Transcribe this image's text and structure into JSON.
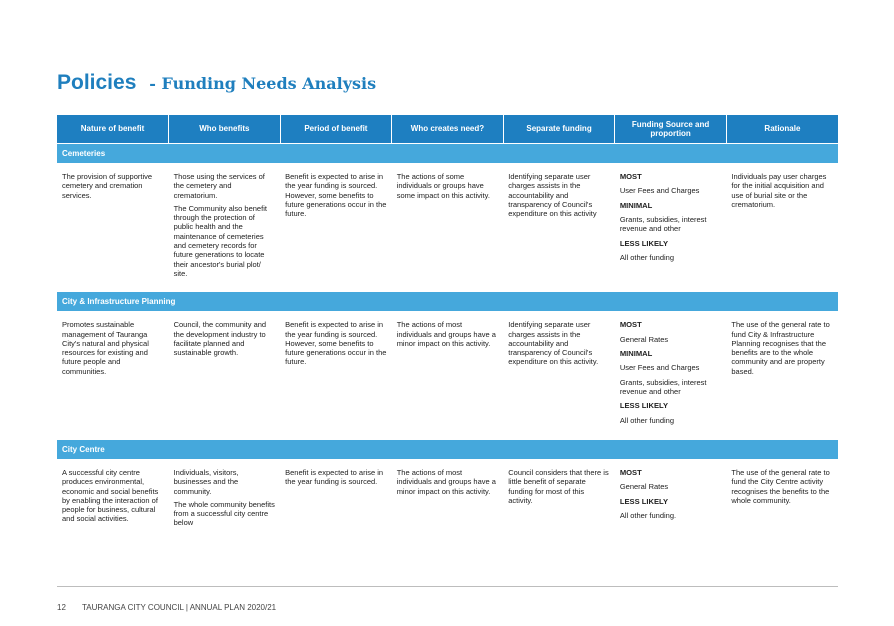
{
  "title": {
    "main": "Policies",
    "sub": "- Funding Needs Analysis"
  },
  "headers": [
    "Nature of benefit",
    "Who benefits",
    "Period of benefit",
    "Who creates need?",
    "Separate funding",
    "Funding Source and proportion",
    "Rationale"
  ],
  "sections": [
    {
      "name": "Cemeteries",
      "nature": [
        "The provision of supportive cemetery and cremation services."
      ],
      "who_benefits": [
        "Those using the services of the cemetery and crematorium.",
        "The Community also benefit through the protection of public health and the maintenance  of cemeteries and cemetery records for future generations to locate their ancestor's burial plot/ site."
      ],
      "period": [
        "Benefit is expected to arise in the year funding is sourced. However, some benefits to future generations occur in the future."
      ],
      "creates_need": [
        "The actions of some individuals or groups have some impact on this activity."
      ],
      "separate": [
        "Identifying separate user charges assists in the accountability and transparency of Council's expenditure on this activity"
      ],
      "funding": [
        {
          "text": "MOST",
          "bold": true
        },
        {
          "text": "User Fees and Charges",
          "bold": false
        },
        {
          "text": "MINIMAL",
          "bold": true
        },
        {
          "text": "Grants, subsidies, interest revenue and other",
          "bold": false
        },
        {
          "text": "LESS LIKELY",
          "bold": true
        },
        {
          "text": "All other funding",
          "bold": false
        }
      ],
      "rationale": [
        "Individuals pay user charges for the initial acquisition and use of burial site or the crematorium."
      ]
    },
    {
      "name": "City & Infrastructure Planning",
      "nature": [
        "Promotes sustainable management of Tauranga City's natural and physical resources for existing and future people and communities."
      ],
      "who_benefits": [
        "Council, the community and the development industry to facilitate planned and sustainable growth."
      ],
      "period": [
        "Benefit is expected to arise in the year funding is sourced. However, some benefits to future generations occur in the future."
      ],
      "creates_need": [
        "The actions of most individuals and groups have a minor impact on this activity."
      ],
      "separate": [
        "Identifying separate user charges assists in the accountability and transparency of Council's expenditure on this activity."
      ],
      "funding": [
        {
          "text": "MOST",
          "bold": true
        },
        {
          "text": "General Rates",
          "bold": false
        },
        {
          "text": "MINIMAL",
          "bold": true
        },
        {
          "text": "User Fees and Charges",
          "bold": false
        },
        {
          "text": "Grants, subsidies, interest revenue and other",
          "bold": false
        },
        {
          "text": "LESS LIKELY",
          "bold": true
        },
        {
          "text": "All other funding",
          "bold": false
        }
      ],
      "rationale": [
        "The use of the general rate to fund City & Infrastructure Planning recognises that the benefits are to the whole community and are property based."
      ]
    },
    {
      "name": "City Centre",
      "nature": [
        "A successful city centre produces environmental, economic and social benefits by enabling the interaction of people for business, cultural and social activities."
      ],
      "who_benefits": [
        "Individuals, visitors, businesses and the community.",
        "The whole community benefits from a successful city centre below"
      ],
      "period": [
        "Benefit is expected to arise in the year funding is sourced."
      ],
      "creates_need": [
        "The actions of most individuals and groups have a minor impact on this activity."
      ],
      "separate": [
        "Council considers that there is little benefit of separate funding for most of this activity."
      ],
      "funding": [
        {
          "text": "MOST",
          "bold": true
        },
        {
          "text": "General Rates",
          "bold": false
        },
        {
          "text": "LESS LIKELY",
          "bold": true
        },
        {
          "text": "All other funding.",
          "bold": false
        }
      ],
      "rationale": [
        "The use of the general rate to fund the City Centre activity recognises the benefits to the whole community."
      ]
    }
  ],
  "footer": {
    "page": "12",
    "text": "TAURANGA CITY COUNCIL  |  ANNUAL PLAN 2020/21"
  },
  "colors": {
    "header": "#1e7fc1",
    "section": "#45a8dc",
    "title": "#1f7fbe"
  }
}
